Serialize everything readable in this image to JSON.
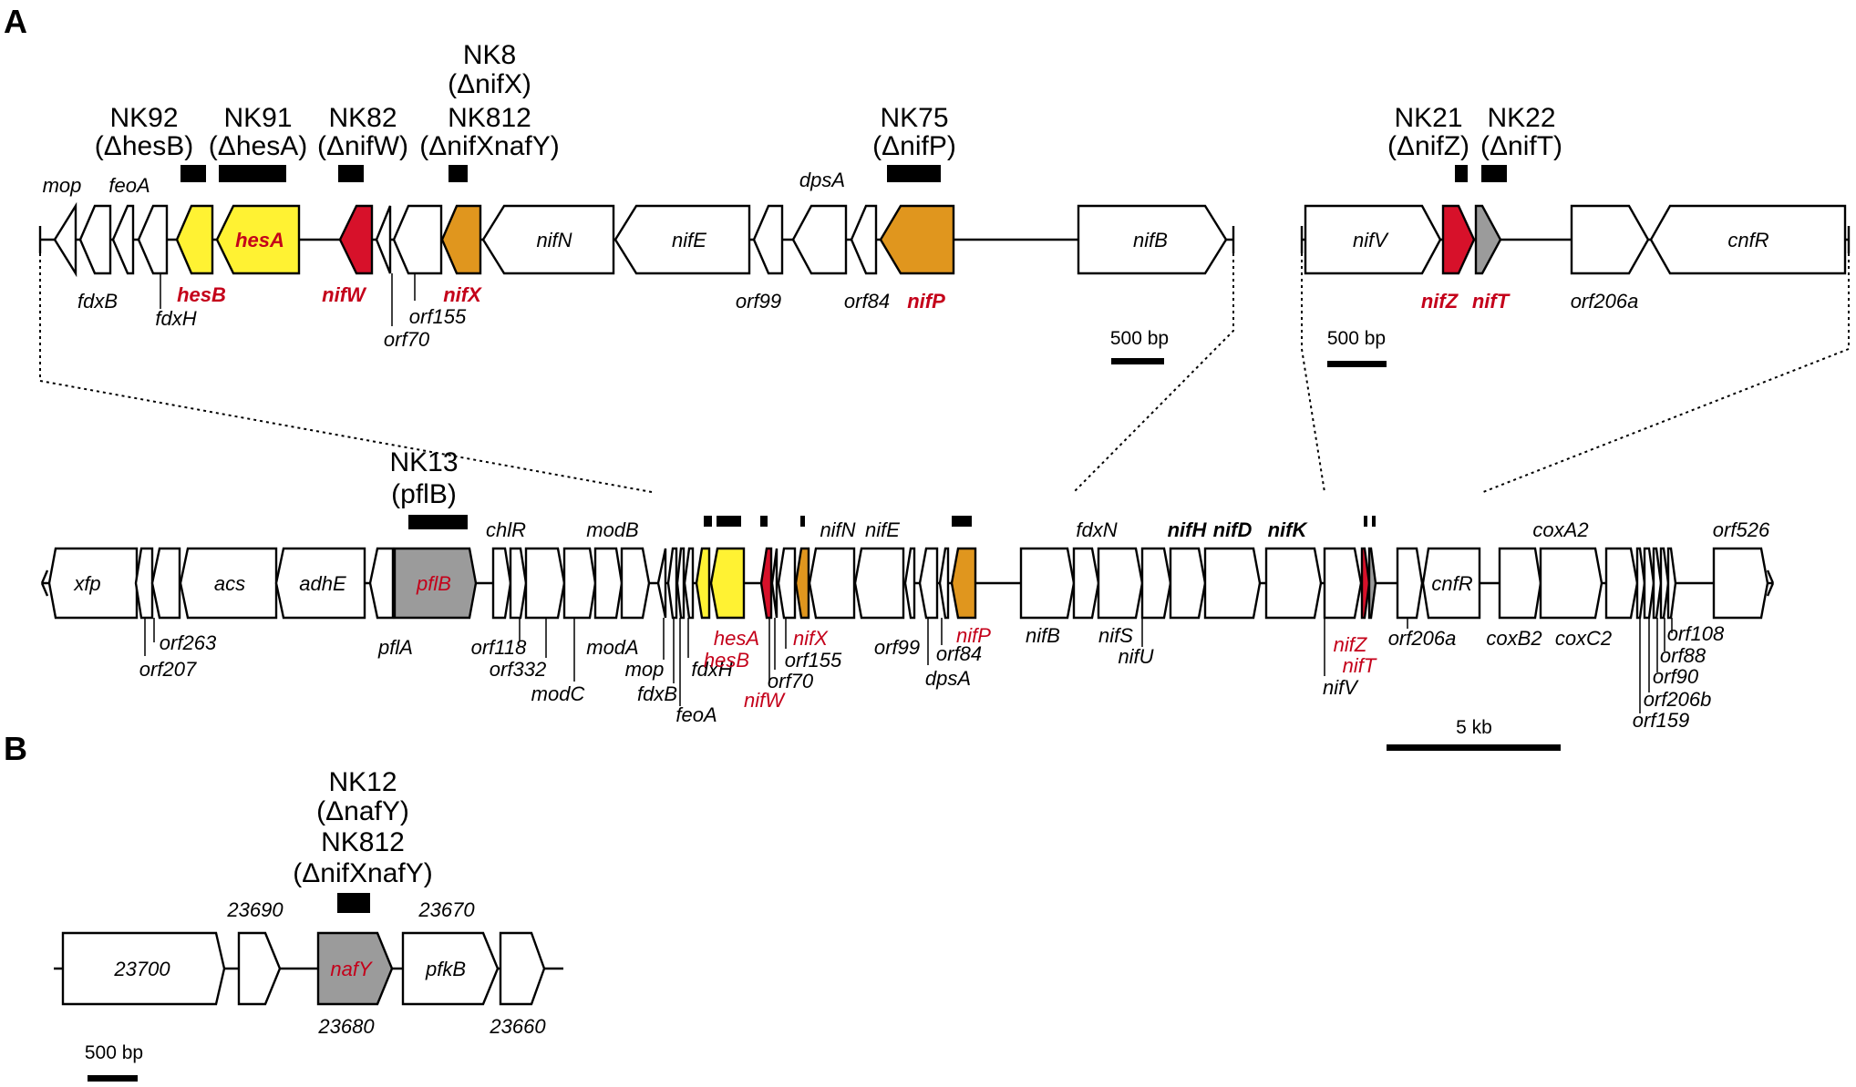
{
  "figure": {
    "panel_a_label": "A",
    "panel_b_label": "B",
    "colors": {
      "hes": "#fff233",
      "nif_red": "#d7112a",
      "orange": "#e0961e",
      "gray": "#9b9b9b",
      "white": "#ffffff",
      "label_red": "#c4001a"
    },
    "strains": [
      {
        "text": "NK92",
        "sub": "(ΔhesB)"
      },
      {
        "text": "NK91",
        "sub": "(ΔhesA)"
      },
      {
        "text": "NK82",
        "sub": "(ΔnifW)"
      },
      {
        "text": "NK8",
        "sub": "(ΔnifX)"
      },
      {
        "text": "NK812",
        "sub": "(ΔnifXnafY)"
      },
      {
        "text": "NK75",
        "sub": "(ΔnifP)"
      },
      {
        "text": "NK21",
        "sub": "(ΔnifZ)"
      },
      {
        "text": "NK22",
        "sub": "(ΔnifT)"
      },
      {
        "text": "NK13",
        "sub": "(pflB)"
      },
      {
        "text": "NK12",
        "sub": "(ΔnafY)"
      },
      {
        "text": "NK812",
        "sub": "(ΔnifXnafY)"
      }
    ],
    "scale_bars": [
      "500 bp",
      "500 bp",
      "5 kb",
      "500 bp"
    ],
    "top_left_labels": [
      "mop",
      "feoA",
      "fdxB",
      "fdxH",
      "hesB",
      "hesA",
      "nifW",
      "orf70",
      "orf155",
      "nifX",
      "nifN",
      "nifE",
      "orf99",
      "dpsA",
      "orf84",
      "nifP",
      "nifB"
    ],
    "top_right_labels": [
      "nifV",
      "nifZ",
      "nifT",
      "orf206a",
      "cnfR"
    ],
    "bottom_labels": [
      "xfp",
      "orf263",
      "orf207",
      "acs",
      "adhE",
      "pflA",
      "pflB",
      "chlR",
      "orf118",
      "orf332",
      "modC",
      "modB",
      "modA",
      "mop",
      "fdxB",
      "fdxH",
      "feoA",
      "hesA",
      "hesB",
      "nifW",
      "nifX",
      "orf155",
      "orf70",
      "nifN",
      "nifE",
      "orf99",
      "orf84",
      "dpsA",
      "nifP",
      "nifB",
      "fdxN",
      "nifS",
      "nifU",
      "nifH",
      "nifD",
      "nifK",
      "nifZ",
      "nifT",
      "nifV",
      "orf206a",
      "cnfR",
      "coxA2",
      "coxB2",
      "coxC2",
      "orf526",
      "orf108",
      "orf88",
      "orf90",
      "orf206b",
      "orf159"
    ],
    "panel_b_labels": [
      "23700",
      "23690",
      "nafY",
      "23680",
      "pfkB",
      "23670",
      "23660"
    ]
  }
}
